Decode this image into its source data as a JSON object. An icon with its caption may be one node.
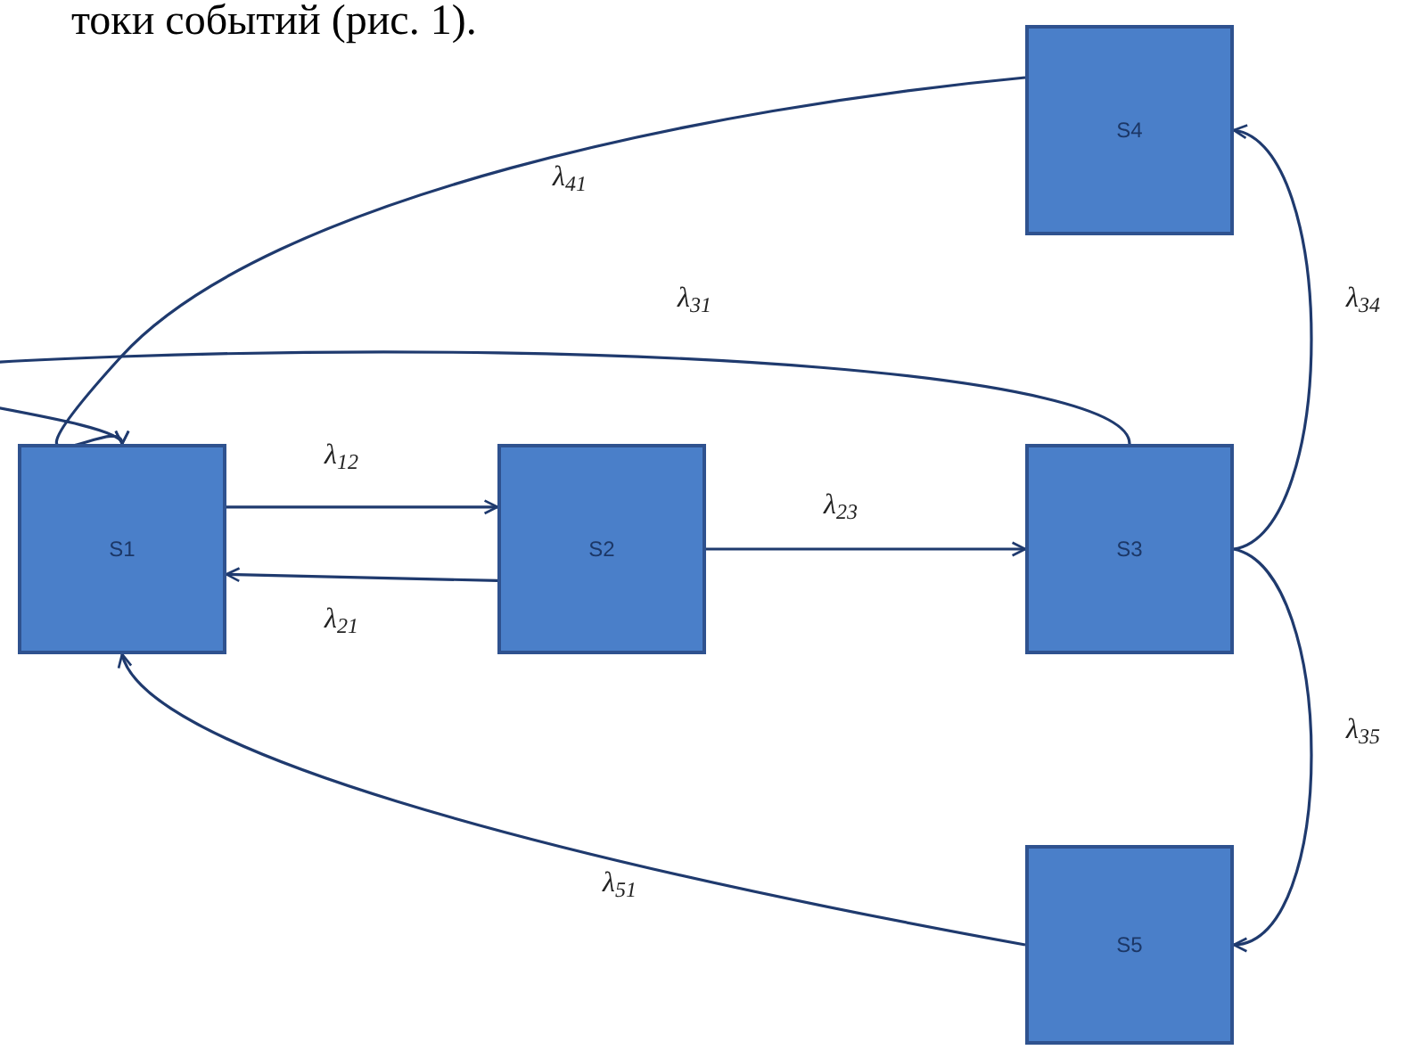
{
  "diagram": {
    "nodes": [
      {
        "text": [
          "S1"
        ]
      },
      {
        "text": [
          "S2"
        ]
      },
      {
        "text": [
          "S3"
        ]
      },
      {
        "text": [
          "S4"
        ]
      },
      {
        "text": [
          "S5"
        ]
      }
    ],
    "edges": [
      {
        "from": 0,
        "to": 1,
        "arrow": "to",
        "label": "λ$_{12}$"
      },
      {
        "from": 1,
        "to": 0,
        "arrow": "to",
        "label": "λ$_{21}$"
      },
      {
        "from": 1,
        "to": 2,
        "arrow": "to",
        "label": "λ$_{23}$"
      },
      {
        "from": 2,
        "to": 0,
        "arrow": "to",
        "label": "λ$_{31}$"
      },
      {
        "from": 3,
        "to": 0,
        "arrow": "to",
        "label": "λ$_{41}$"
      },
      {
        "from": 2,
        "to": 3,
        "arrow": "to",
        "label": "λ$_{34}$"
      },
      {
        "from": 2,
        "to": 4,
        "arrow": "to",
        "label": "λ$_{35}$"
      },
      {
        "from": 4,
        "to": 0,
        "arrow": "to",
        "label": "λ$_{51}$"
      }
    ],
    "labels": [
      "токи событий (рис. 1)."
    ]
  }
}
